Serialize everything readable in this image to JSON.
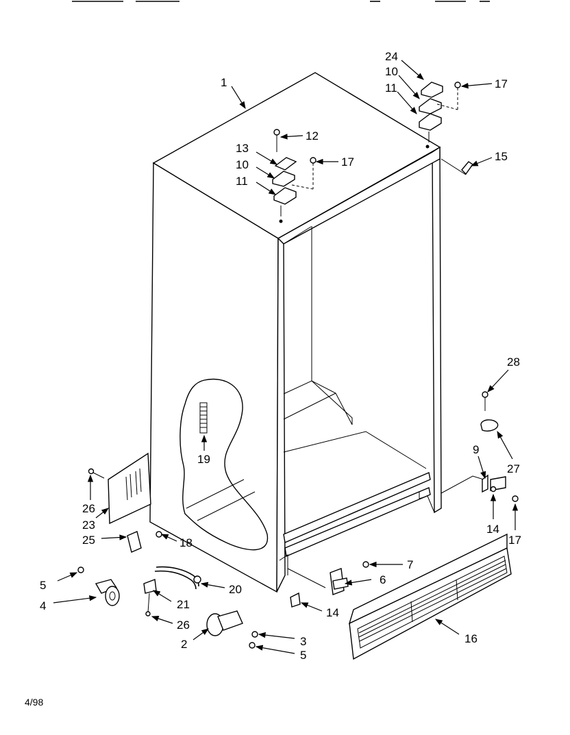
{
  "callouts": {
    "c1": "1",
    "c2": "2",
    "c3": "3",
    "c4": "4",
    "c5a": "5",
    "c5b": "5",
    "c6": "6",
    "c7": "7",
    "c9": "9",
    "c10a": "10",
    "c10b": "10",
    "c11a": "11",
    "c11b": "11",
    "c12": "12",
    "c13": "13",
    "c14a": "14",
    "c14b": "14",
    "c15": "15",
    "c16": "16",
    "c17a": "17",
    "c17b": "17",
    "c17c": "17",
    "c18": "18",
    "c19": "19",
    "c20": "20",
    "c21": "21",
    "c23": "23",
    "c24": "24",
    "c25": "25",
    "c26a": "26",
    "c26b": "26",
    "c27": "27",
    "c28": "28"
  },
  "footer": {
    "date": "4/98"
  }
}
